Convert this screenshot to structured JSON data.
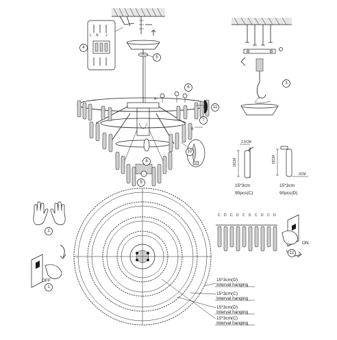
{
  "steps": [
    "1",
    "2",
    "3",
    "4",
    "5",
    "6",
    "7",
    "8",
    "9",
    "10",
    "11",
    "12"
  ],
  "switch": {
    "off_label": "OFF",
    "on_label": "ON"
  },
  "crystal_c": {
    "height": "15*3cm",
    "qty": "90pcs(C)",
    "dim_top": "2.5CM",
    "dim_side": "15CM"
  },
  "crystal_d": {
    "height": "15*3cm",
    "qty": "90pcs(D)",
    "dim_side": "15CM",
    "dim_bottom": "3CM"
  },
  "hanging_letters": [
    "C",
    "D",
    "C",
    "D",
    "C",
    "D",
    "C",
    "D",
    "C",
    "D"
  ],
  "ring_labels": [
    {
      "size": "15*3cm(D)",
      "text": "Interval hanging"
    },
    {
      "size": "15*3cm(C)",
      "text": "Interval hanging"
    },
    {
      "size": "15*3cm(D)",
      "text": "Interval hanging"
    },
    {
      "size": "15*3cm(C)",
      "text": "Interval hanging"
    }
  ],
  "callout_letters": {
    "a": "A",
    "b": "B"
  }
}
